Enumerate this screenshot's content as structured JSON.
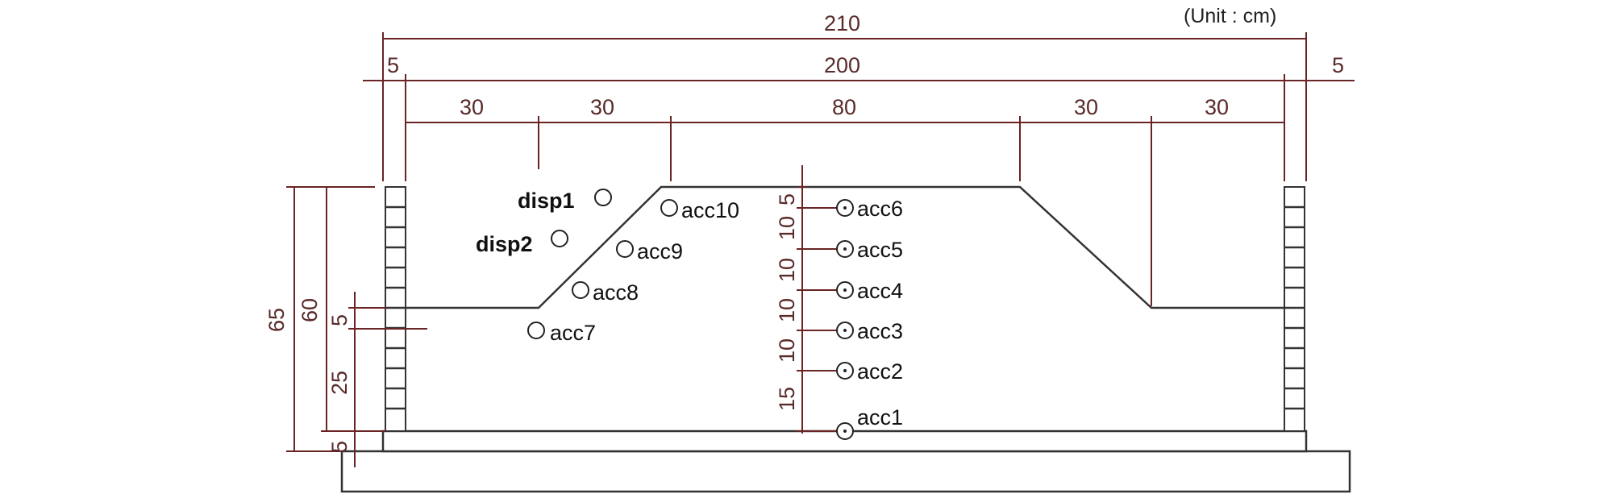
{
  "unit_label": "(Unit : cm)",
  "dimensions": {
    "overall_width": "210",
    "inner_width": "200",
    "wall_left": "5",
    "wall_right": "5",
    "seg_1": "30",
    "seg_2": "30",
    "seg_3": "80",
    "seg_4": "30",
    "seg_5": "30",
    "height_total": "65",
    "height_soil": "60",
    "height_upper_5": "5",
    "height_25": "25",
    "height_base_5": "5",
    "sensor_spacing": [
      "5",
      "10",
      "10",
      "10",
      "10",
      "15"
    ]
  },
  "sensors": {
    "disp1": "disp1",
    "disp2": "disp2",
    "acc1": "acc1",
    "acc2": "acc2",
    "acc3": "acc3",
    "acc4": "acc4",
    "acc5": "acc5",
    "acc6": "acc6",
    "acc7": "acc7",
    "acc8": "acc8",
    "acc9": "acc9",
    "acc10": "acc10"
  },
  "colors": {
    "dimension": "#6b2424",
    "outline": "#333333"
  }
}
